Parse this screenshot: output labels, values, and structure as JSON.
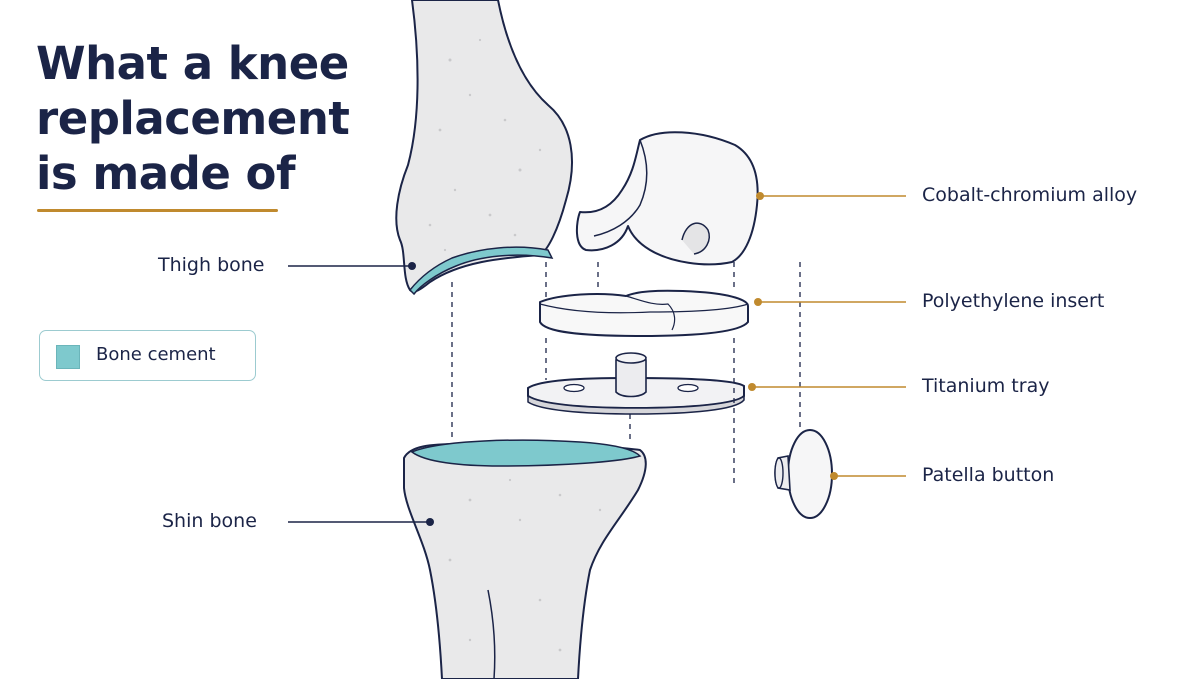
{
  "title": "What a knee replacement is made of",
  "labels": {
    "thigh_bone": "Thigh bone",
    "shin_bone": "Shin bone",
    "cobalt": "Cobalt-chromium alloy",
    "insert": "Polyethylene insert",
    "tray": "Titanium tray",
    "patella": "Patella button"
  },
  "legend": {
    "bone_cement": "Bone cement"
  },
  "colors": {
    "ink": "#1b2447",
    "accent": "#c08a2e",
    "bone": "#e9e9ea",
    "cement": "#7ec9cd",
    "metal": "#d6d6da"
  }
}
